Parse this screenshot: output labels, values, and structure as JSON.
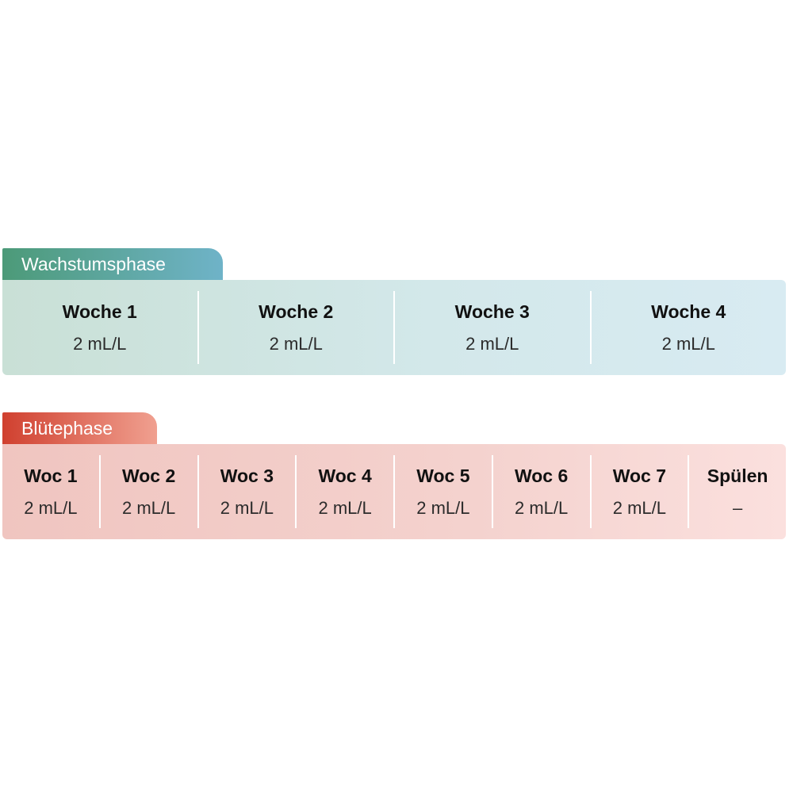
{
  "growth_phase": {
    "title": "Wachstumsphase",
    "weeks": [
      {
        "label": "Woche 1",
        "dose": "2 mL/L"
      },
      {
        "label": "Woche 2",
        "dose": "2 mL/L"
      },
      {
        "label": "Woche 3",
        "dose": "2 mL/L"
      },
      {
        "label": "Woche 4",
        "dose": "2 mL/L"
      }
    ]
  },
  "bloom_phase": {
    "title": "Blütephase",
    "weeks": [
      {
        "label": "Woc 1",
        "dose": "2 mL/L"
      },
      {
        "label": "Woc 2",
        "dose": "2 mL/L"
      },
      {
        "label": "Woc 3",
        "dose": "2 mL/L"
      },
      {
        "label": "Woc 4",
        "dose": "2 mL/L"
      },
      {
        "label": "Woc 5",
        "dose": "2 mL/L"
      },
      {
        "label": "Woc 6",
        "dose": "2 mL/L"
      },
      {
        "label": "Woc 7",
        "dose": "2 mL/L"
      },
      {
        "label": "Spülen",
        "dose": "–"
      }
    ]
  },
  "colors": {
    "growth_tab_start": "#4c9a78",
    "growth_tab_end": "#6fb3c8",
    "bloom_tab_start": "#d0402f",
    "bloom_tab_end": "#f0a090"
  }
}
